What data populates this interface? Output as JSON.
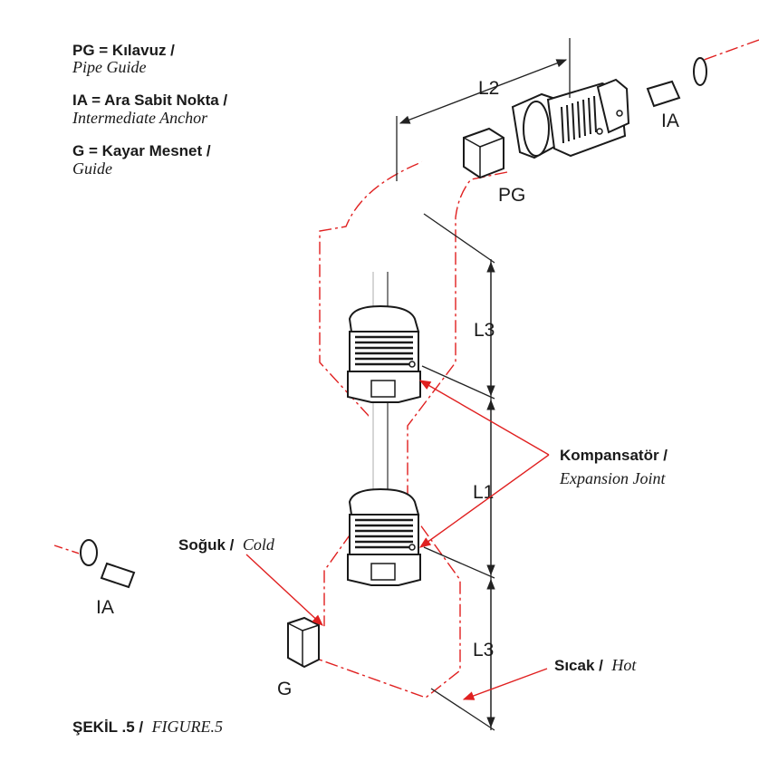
{
  "legend": {
    "pg_code": "PG = Kılavuz /",
    "pg_en": "Pipe Guide",
    "ia_code": "IA = Ara Sabit Nokta /",
    "ia_en": "Intermediate Anchor",
    "g_code": "G = Kayar Mesnet /",
    "g_en": "Guide"
  },
  "labels": {
    "l2": "L2",
    "l3_top": "L3",
    "l1": "L1",
    "l3_bottom": "L3",
    "ia_right": "IA",
    "ia_left": "IA",
    "pg": "PG",
    "g": "G"
  },
  "callouts": {
    "expansion_tr": "Kompansatör /",
    "expansion_en": "Expansion Joint",
    "cold_tr": "Soğuk /",
    "cold_en": "Cold",
    "hot_tr": "Sıcak /",
    "hot_en": "Hot"
  },
  "caption": {
    "tr": "ŞEKİL .5 /",
    "en": "FIGURE.5"
  },
  "colors": {
    "line": "#1a1a1a",
    "red": "#e02020",
    "background": "#ffffff"
  }
}
